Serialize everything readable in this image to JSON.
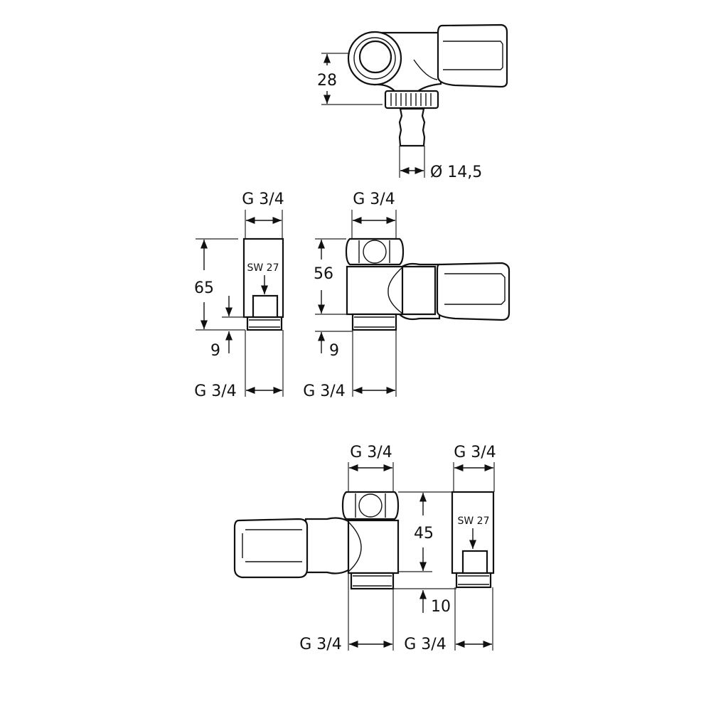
{
  "title": "Angle valve dimension drawing",
  "top_view": {
    "height_dim": "28",
    "hose_diameter": "Ø 14,5"
  },
  "middle_left": {
    "top_thread": "G 3/4",
    "bottom_thread": "G 3/4",
    "height_dim": "65",
    "thread_length": "9",
    "wrench_size": "SW 27"
  },
  "middle_right": {
    "top_thread": "G 3/4",
    "bottom_thread": "G 3/4",
    "height_dim": "56",
    "thread_length": "9"
  },
  "bottom_left": {
    "top_thread": "G 3/4",
    "bottom_thread": "G 3/4",
    "height_dim": "45",
    "thread_length": "10"
  },
  "bottom_right": {
    "top_thread": "G 3/4",
    "bottom_thread": "G 3/4",
    "wrench_size": "SW 27"
  },
  "colors": {
    "line": "#111111",
    "background": "#ffffff"
  }
}
